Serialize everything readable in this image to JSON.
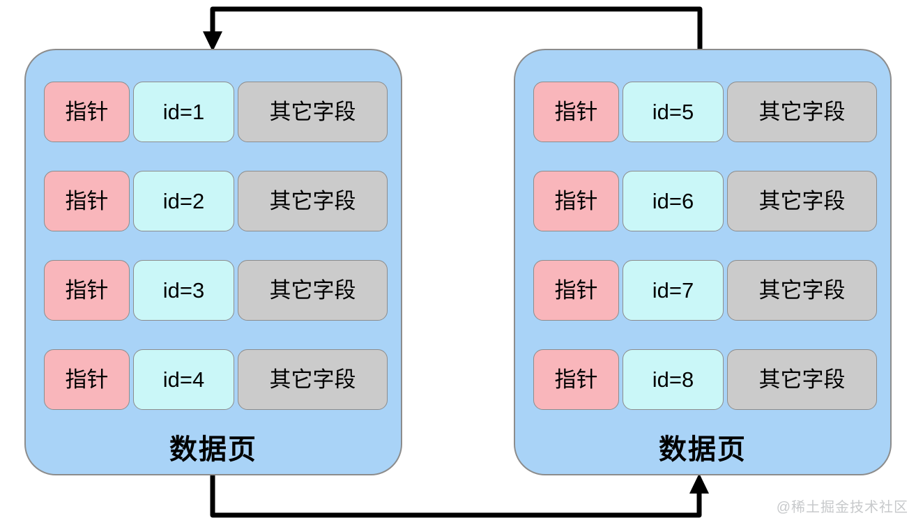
{
  "watermark": "@稀土掘金技术社区",
  "colors": {
    "page_fill": "#A9D3F7",
    "pointer_fill": "#F9B6BB",
    "id_fill": "#CAF7F8",
    "other_fill": "#CBCBCB",
    "border": "#8C8C8C",
    "arrow": "#000000"
  },
  "pages": [
    {
      "label": "数据页",
      "rows": [
        {
          "pointer": "指针",
          "id": "id=1",
          "other": "其它字段"
        },
        {
          "pointer": "指针",
          "id": "id=2",
          "other": "其它字段"
        },
        {
          "pointer": "指针",
          "id": "id=3",
          "other": "其它字段"
        },
        {
          "pointer": "指针",
          "id": "id=4",
          "other": "其它字段"
        }
      ]
    },
    {
      "label": "数据页",
      "rows": [
        {
          "pointer": "指针",
          "id": "id=5",
          "other": "其它字段"
        },
        {
          "pointer": "指针",
          "id": "id=6",
          "other": "其它字段"
        },
        {
          "pointer": "指针",
          "id": "id=7",
          "other": "其它字段"
        },
        {
          "pointer": "指针",
          "id": "id=8",
          "other": "其它字段"
        }
      ]
    }
  ]
}
